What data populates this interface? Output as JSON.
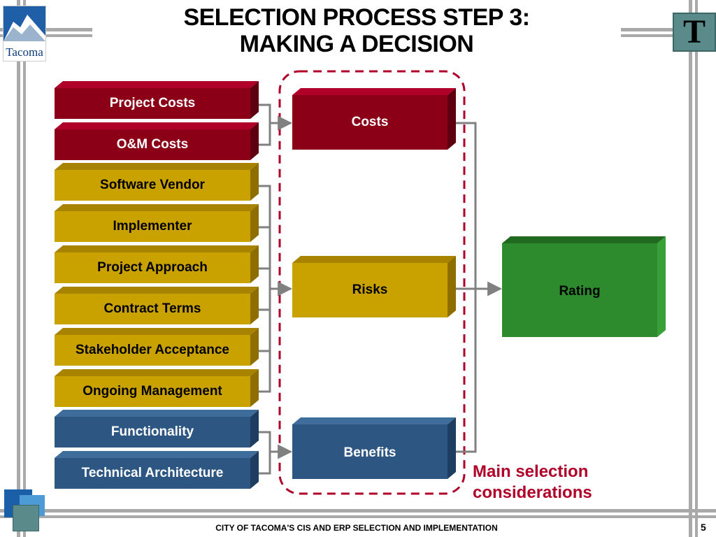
{
  "title": {
    "line1": "SELECTION PROCESS STEP 3:",
    "line2": "MAKING A DECISION"
  },
  "logo": {
    "text": "Tacoma"
  },
  "badge": {
    "letter": "T"
  },
  "inputs": [
    {
      "label": "Project Costs",
      "group": "costs"
    },
    {
      "label": "O&M Costs",
      "group": "costs"
    },
    {
      "label": "Software Vendor",
      "group": "risks"
    },
    {
      "label": "Implementer",
      "group": "risks"
    },
    {
      "label": "Project Approach",
      "group": "risks"
    },
    {
      "label": "Contract Terms",
      "group": "risks"
    },
    {
      "label": "Stakeholder Acceptance",
      "group": "risks"
    },
    {
      "label": "Ongoing Management",
      "group": "risks"
    },
    {
      "label": "Functionality",
      "group": "benefits"
    },
    {
      "label": "Technical Architecture",
      "group": "benefits"
    }
  ],
  "considerations": {
    "costs": "Costs",
    "risks": "Risks",
    "benefits": "Benefits"
  },
  "output": {
    "label": "Rating"
  },
  "note": {
    "line1": "Main selection",
    "line2": "considerations"
  },
  "footer": {
    "text": "CITY OF TACOMA'S CIS AND ERP SELECTION AND IMPLEMENTATION",
    "page": "5"
  },
  "colors": {
    "costs": "#8b0016",
    "risks": "#c9a200",
    "benefits": "#2d5782",
    "rating": "#2d8a2d",
    "dash": "#b0002a"
  }
}
